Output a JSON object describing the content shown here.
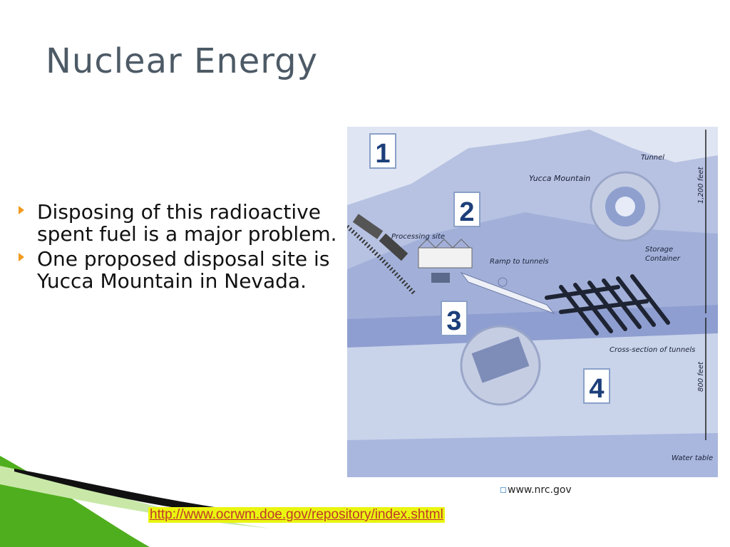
{
  "slide": {
    "title": "Nuclear Energy"
  },
  "bullets": [
    {
      "text": "Disposing of this radioactive spent fuel is a major problem."
    },
    {
      "text": "One proposed disposal site is Yucca Mountain in Nevada."
    }
  ],
  "diagram": {
    "labels": {
      "mountain": "Yucca Mountain",
      "tunnel": "Tunnel",
      "storage_line1": "Storage",
      "storage_line2": "Container",
      "processing": "Processing site",
      "ramp": "Ramp to tunnels",
      "cross_section": "Cross-section of tunnels",
      "height_top": "1,200 feet",
      "height_bottom": "800 feet",
      "water_table": "Water table"
    },
    "callouts": [
      "1",
      "2",
      "3",
      "4"
    ]
  },
  "footer": {
    "credit": "www.nrc.gov",
    "link": "http://www.ocrwm.doe.gov/repository/index.shtml"
  },
  "colors": {
    "title": "#4d5a66",
    "bullet_marker": "#f29a1e",
    "link_text": "#c0392b",
    "link_highlight": "#eaf510",
    "accent_green": "#4fae1d"
  }
}
